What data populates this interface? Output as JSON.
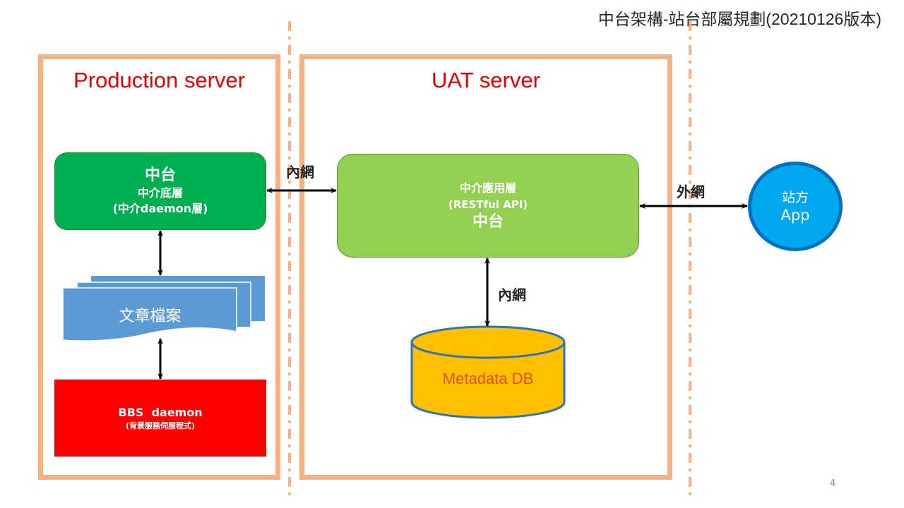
{
  "slide": {
    "title": "中台架構-站台部屬規劃(20210126版本)",
    "page_number": "4"
  },
  "production_server": {
    "label": "Production server",
    "middle_platform": {
      "title": "中台",
      "line1": "中介底層",
      "line2": "(中介daemon層)"
    },
    "documents": {
      "label": "文章檔案"
    },
    "bbs_daemon": {
      "title": "BBS  daemon",
      "subtitle": "(背景服務伺服程式)"
    }
  },
  "uat_server": {
    "label": "UAT server",
    "middle_app_layer": {
      "line1": "中介應用層",
      "line2": "(RESTful API)",
      "title": "中台"
    },
    "metadata_db": {
      "label": "Metadata DB"
    }
  },
  "connections": {
    "intranet_between_servers": "內網",
    "intranet_to_db": "內網",
    "internet_to_app": "外網"
  },
  "client_app": {
    "line1": "站方",
    "line2": "App"
  },
  "colors": {
    "frame": "#f4b183",
    "server_label": "#e80000",
    "middle_platform": "#00b050",
    "middle_app_layer": "#92d050",
    "bbs_daemon": "#ff0000",
    "documents": "#5b9bd5",
    "metadata_db": "#ffc000",
    "client_app": "#00a8f0"
  }
}
